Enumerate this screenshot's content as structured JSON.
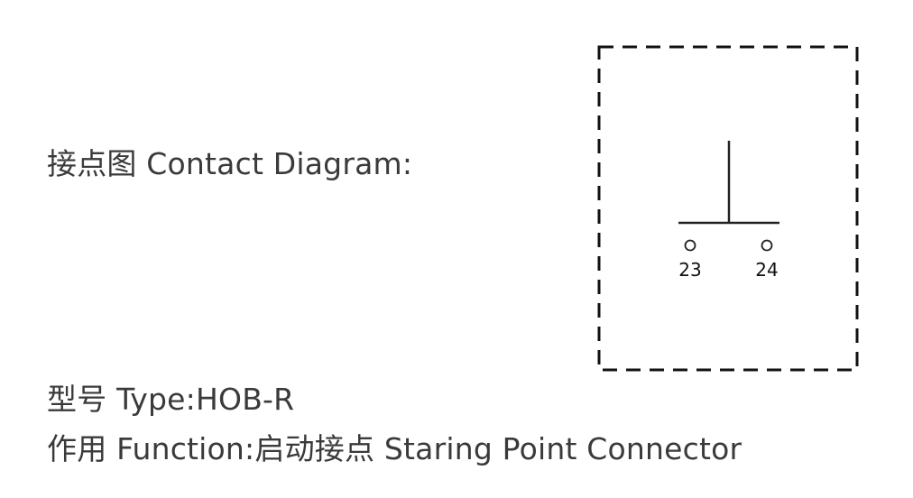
{
  "contact_diagram_label": "接点图 Contact Diagram:",
  "type": {
    "prefix": "型号 Type:",
    "value": "HOB-R"
  },
  "function": {
    "prefix": "作用 Function:",
    "value": "启动接点 Staring Point Connector"
  },
  "diagram": {
    "terminals": [
      "23",
      "24"
    ]
  }
}
